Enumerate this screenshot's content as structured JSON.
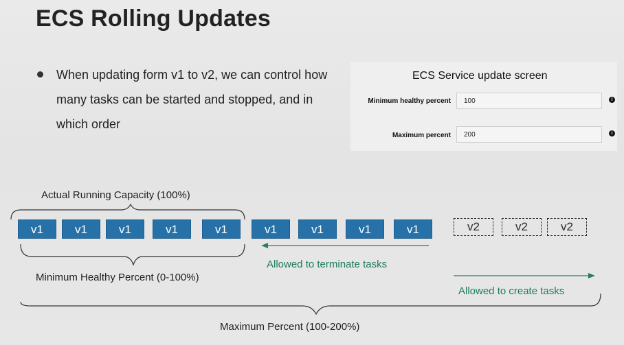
{
  "slide": {
    "title": "ECS Rolling Updates"
  },
  "bullet": {
    "lines": [
      "When updating form v1 to v2, we can control how",
      "many tasks can be started and stopped, and in",
      "which order"
    ]
  },
  "panel": {
    "title": "ECS Service update screen",
    "min_healthy": {
      "label": "Minimum healthy percent",
      "value": "100"
    },
    "max_percent": {
      "label": "Maximum percent",
      "value": "200"
    },
    "info_glyph": "i"
  },
  "diagram": {
    "actual_capacity_label": "Actual Running Capacity (100%)",
    "min_healthy_label": "Minimum Healthy Percent (0-100%)",
    "terminate_label": "Allowed to terminate tasks",
    "create_label": "Allowed to create tasks",
    "max_percent_label": "Maximum Percent (100-200%)",
    "tasks_v1": [
      "v1",
      "v1",
      "v1",
      "v1",
      "v1",
      "v1",
      "v1",
      "v1",
      "v1"
    ],
    "tasks_v2": [
      "v2",
      "v2",
      "v2"
    ],
    "colors": {
      "task_blue": "#2671a8",
      "green_text": "#1d7b5a"
    }
  }
}
